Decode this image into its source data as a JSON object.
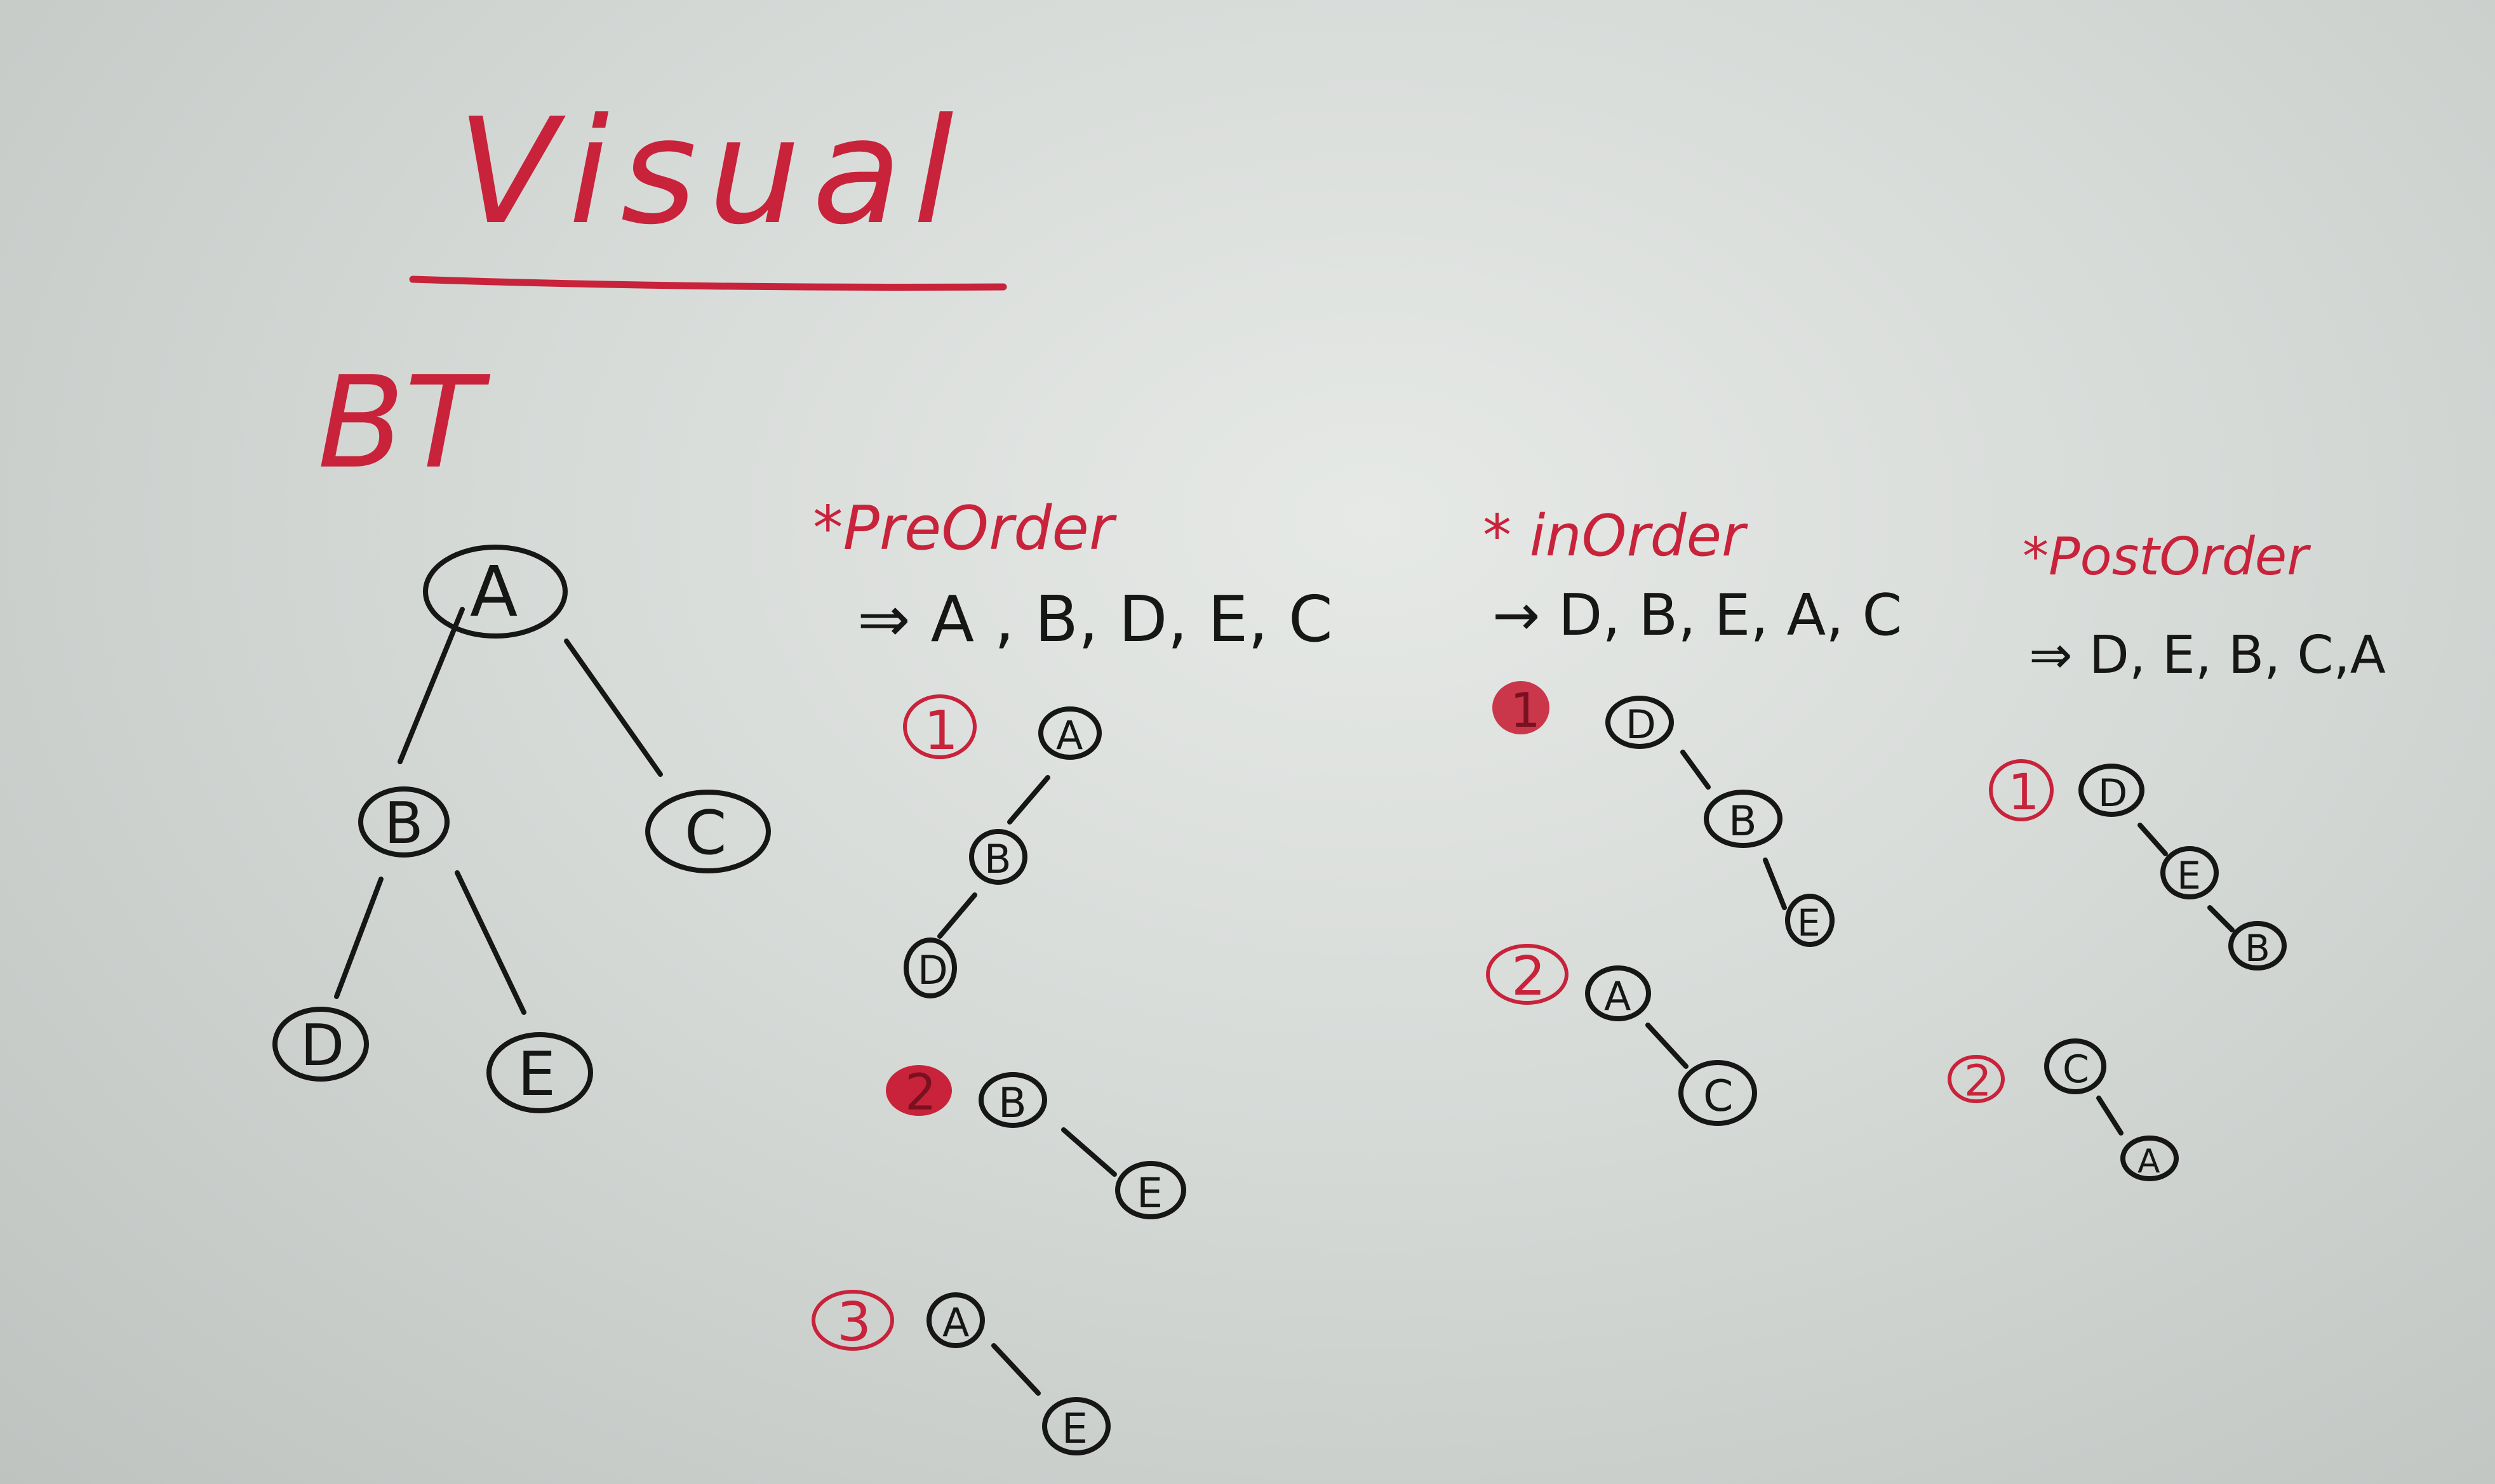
{
  "title": "Visual",
  "tree_label": "BT",
  "tree": {
    "root": "A",
    "left": "B",
    "right": "C",
    "left_left": "D",
    "left_right": "E"
  },
  "preorder": {
    "heading": "*PreOrder",
    "result": "⇒ A , B, D, E, C",
    "steps": [
      {
        "num": "1",
        "nodes": [
          "A",
          "B",
          "D"
        ]
      },
      {
        "num": "2",
        "nodes": [
          "B",
          "E"
        ]
      },
      {
        "num": "3",
        "nodes": [
          "A",
          "E"
        ]
      }
    ]
  },
  "inorder": {
    "heading": "* inOrder",
    "result": "→ D, B, E, A, C",
    "steps": [
      {
        "num": "1",
        "nodes": [
          "D",
          "B",
          "E"
        ]
      },
      {
        "num": "2",
        "nodes": [
          "A",
          "C"
        ]
      }
    ]
  },
  "postorder": {
    "heading": "*PostOrder",
    "result": "⇒ D, E, B, C,A",
    "steps": [
      {
        "num": "1",
        "nodes": [
          "D",
          "E",
          "B"
        ]
      },
      {
        "num": "2",
        "nodes": [
          "C",
          "A"
        ]
      }
    ]
  },
  "colors": {
    "red_marker": "#c8233b",
    "black_marker": "#161616",
    "board": "#d9dcd9"
  }
}
